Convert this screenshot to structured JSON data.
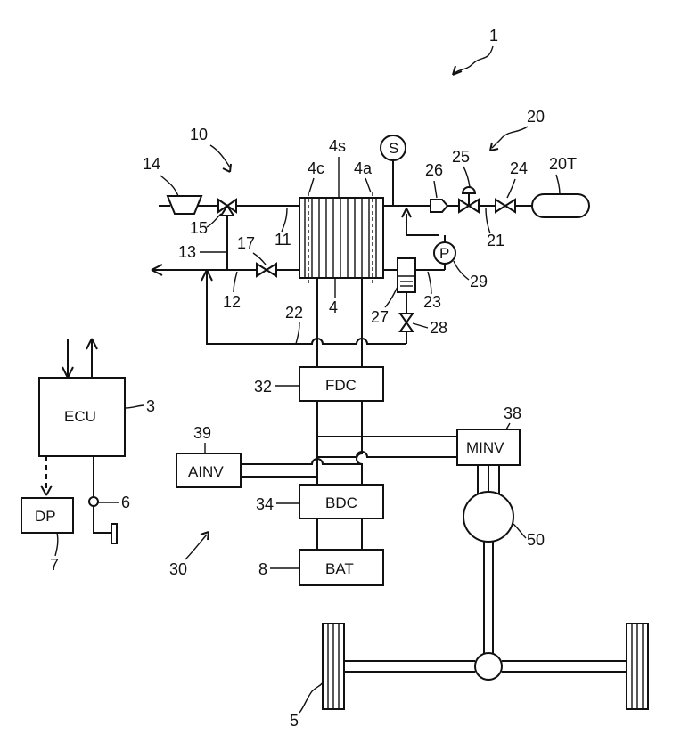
{
  "labels": {
    "system": "1",
    "fc_system": "10",
    "h2_system": "20",
    "tank": "20T",
    "power_system": "30",
    "stack": "4",
    "stack_s": "4s",
    "stack_c": "4c",
    "stack_a": "4a",
    "wheel": "5",
    "switch": "6",
    "display_ref": "7",
    "battery_ref": "8",
    "ecu_ref": "3",
    "p11": "11",
    "p12": "12",
    "p13": "13",
    "compressor": "14",
    "valve15": "15",
    "valve17": "17",
    "p21": "21",
    "p22": "22",
    "p23": "23",
    "valve24": "24",
    "valve25": "25",
    "injector26": "26",
    "separator27": "27",
    "valve28": "28",
    "pump29": "29",
    "fdc_ref": "32",
    "bdc_ref": "34",
    "minv_ref": "38",
    "ainv_ref": "39",
    "motor_ref": "50"
  },
  "blocks": {
    "ecu": "ECU",
    "dp": "DP",
    "fdc": "FDC",
    "bdc": "BDC",
    "bat": "BAT",
    "minv": "MINV",
    "ainv": "AINV"
  },
  "symbols": {
    "sensor": "S",
    "pump": "P"
  }
}
